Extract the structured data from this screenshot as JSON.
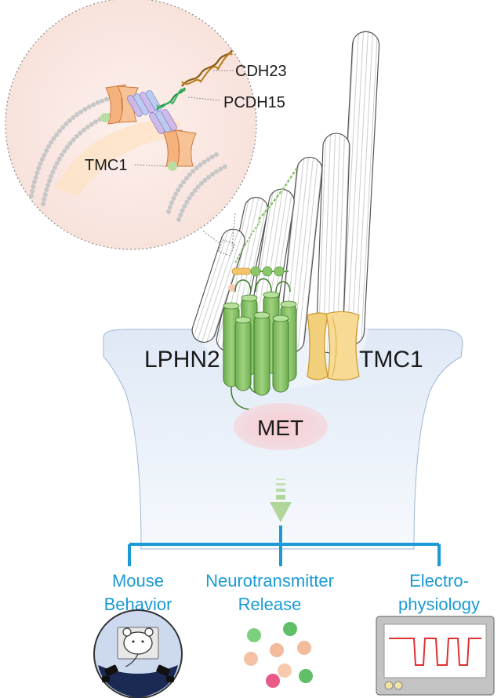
{
  "inset": {
    "cdh23": "CDH23",
    "pcdh15": "PCDH15",
    "tmc1": "TMC1"
  },
  "cell": {
    "lphn2": "LPHN2",
    "tmc1": "TMC1",
    "met": "MET"
  },
  "outputs": [
    {
      "line1": "Mouse",
      "line2": "Behavior"
    },
    {
      "line1": "Neurotransmitter",
      "line2": "Release"
    },
    {
      "line1": "Electro-",
      "line2": "physiology"
    }
  ],
  "colors": {
    "outline": "#3a3a3a",
    "accent_blue": "#1b9ad6",
    "cell_fill": "#e6eef8",
    "lphn2_green": "#8cc66b",
    "tmc1_yellow": "#f2cf7a",
    "met_pink": "#f4c6cc",
    "trace_red": "#e03030"
  },
  "icons": [
    "magnifier-inset",
    "hair-bundle",
    "mouse-icon",
    "vesicles",
    "oscilloscope-icon"
  ]
}
